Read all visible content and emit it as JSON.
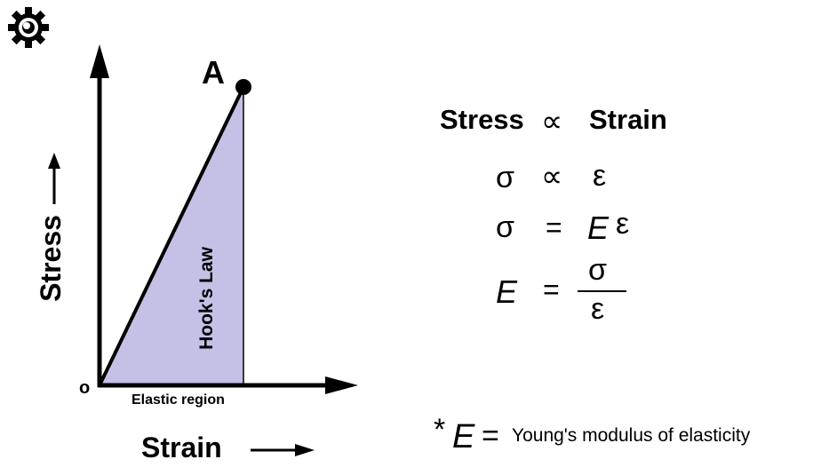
{
  "logo": {
    "icon": "gear-icon"
  },
  "graph": {
    "point_label": "A",
    "origin_label": "o",
    "y_label": "Stress",
    "x_label": "Strain",
    "region_label": "Elastic region",
    "law_label": "Hook's Law",
    "region_color": "#c5c1e6"
  },
  "equations": {
    "line1_left": "Stress",
    "line1_symbol": "∝",
    "line1_right": "Strain",
    "line2_left": "σ",
    "line2_symbol": "∝",
    "line2_right": "ε",
    "line3_left": "σ",
    "line3_equals": "=",
    "line3_modulus": "E",
    "line3_strain": "ε",
    "line4_modulus": "E",
    "line4_equals": "=",
    "line4_numerator": "σ",
    "line4_denominator": "ε"
  },
  "footnote": {
    "asterisk": "*",
    "modulus": "E",
    "equals": "=",
    "text": "Young's modulus of elasticity"
  }
}
